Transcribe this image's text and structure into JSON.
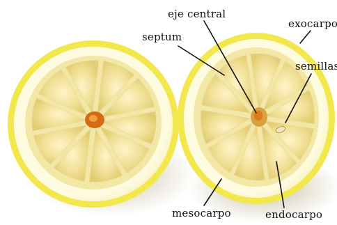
{
  "figure": {
    "subject": "lemon cross-section",
    "colors": {
      "exocarp": "#f2e84e",
      "mesocarp": "#fbf7cf",
      "endocarp": "#f3e7a6",
      "segment": "#ead98a",
      "core": "#d46a14",
      "line": "#111111",
      "background": "#ffffff"
    }
  },
  "labels": {
    "eje_central": "eje central",
    "exocarpo": "exocarpo",
    "septum": "septum",
    "semillas": "semillas",
    "mesocarpo": "mesocarpo",
    "endocarpo": "endocarpo"
  }
}
